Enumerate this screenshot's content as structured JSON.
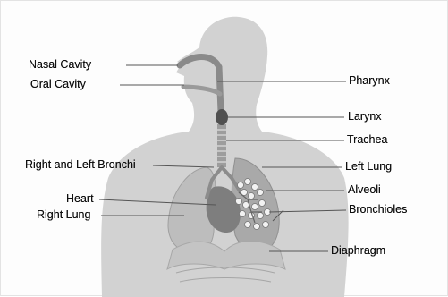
{
  "diagram": {
    "labels": {
      "nasal_cavity": "Nasal Cavity",
      "oral_cavity": "Oral Cavity",
      "right_and_left_bronchi": "Right and Left Bronchi",
      "heart": "Heart",
      "right_lung": "Right Lung",
      "pharynx": "Pharynx",
      "larynx": "Larynx",
      "trachea": "Trachea",
      "left_lung": "Left Lung",
      "alveoli": "Alveoli",
      "bronchioles": "Bronchioles",
      "diaphragm": "Diaphragm"
    },
    "colors": {
      "body": "#d2d2d2",
      "lung_right": "#bdbdbd",
      "lung_left": "#a9a9a9",
      "heart": "#7e7e7e",
      "airway": "#8a8a8a",
      "larynx": "#505050",
      "diaphragm": "#c4c4c4",
      "leader_line": "#555555",
      "label_text": "#111111"
    }
  }
}
